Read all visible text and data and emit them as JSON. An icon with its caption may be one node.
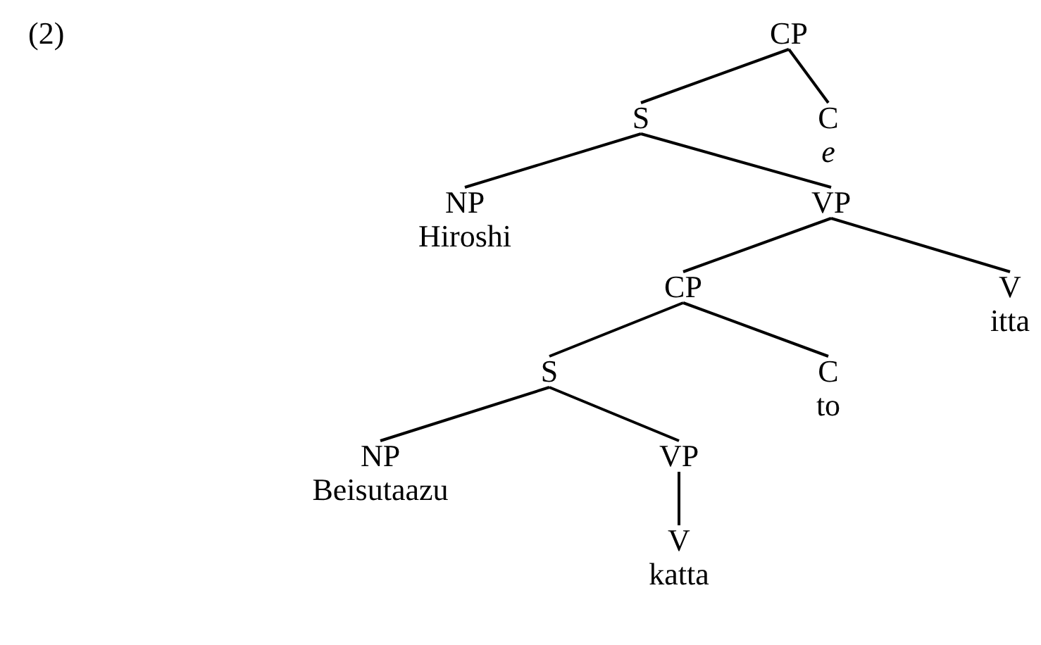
{
  "diagram": {
    "nodes": [
      {
        "text": [
          "CP"
        ]
      },
      {
        "text": [
          "S"
        ]
      },
      {
        "text": [
          "C",
          "e"
        ]
      },
      {
        "text": [
          "NP",
          "Hiroshi"
        ]
      },
      {
        "text": [
          "VP"
        ]
      },
      {
        "text": [
          "CP"
        ]
      },
      {
        "text": [
          "V",
          "itta"
        ]
      },
      {
        "text": [
          "S"
        ]
      },
      {
        "text": [
          "C",
          "to"
        ]
      },
      {
        "text": [
          "NP",
          "Beisutaazu"
        ]
      },
      {
        "text": [
          "VP"
        ]
      },
      {
        "text": [
          "V",
          "katta"
        ]
      }
    ],
    "edges": [
      {
        "from": 0,
        "to": 1,
        "arrow": "none"
      },
      {
        "from": 0,
        "to": 2,
        "arrow": "none"
      },
      {
        "from": 1,
        "to": 3,
        "arrow": "none"
      },
      {
        "from": 1,
        "to": 4,
        "arrow": "none"
      },
      {
        "from": 4,
        "to": 5,
        "arrow": "none"
      },
      {
        "from": 4,
        "to": 6,
        "arrow": "none"
      },
      {
        "from": 5,
        "to": 7,
        "arrow": "none"
      },
      {
        "from": 5,
        "to": 8,
        "arrow": "none"
      },
      {
        "from": 7,
        "to": 9,
        "arrow": "none"
      },
      {
        "from": 7,
        "to": 10,
        "arrow": "none"
      },
      {
        "from": 10,
        "to": 11,
        "arrow": "none"
      }
    ],
    "labels": [
      "(2)"
    ]
  }
}
